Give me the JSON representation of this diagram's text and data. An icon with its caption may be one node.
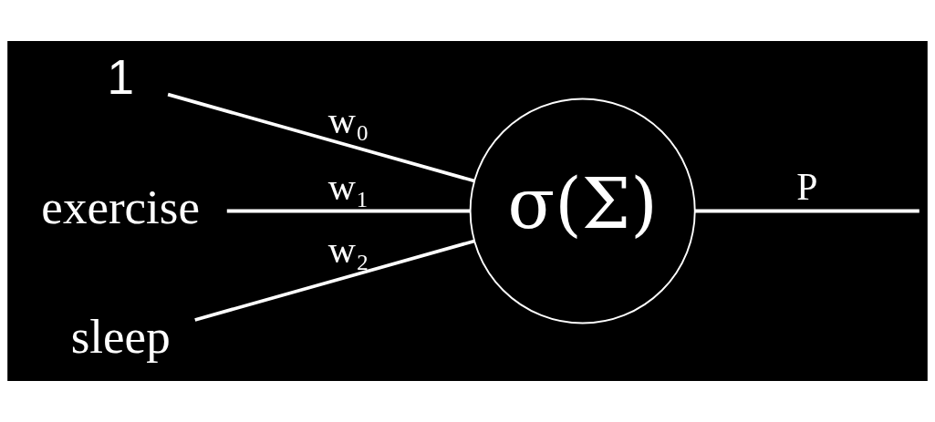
{
  "diagram": {
    "nodes": [
      {
        "text": [
          "1"
        ]
      },
      {
        "text": [
          "exercise"
        ]
      },
      {
        "text": [
          "sleep"
        ]
      },
      {
        "text": [
          "σ(Σ)"
        ]
      }
    ],
    "edges": [
      {
        "from": 0,
        "to": 3,
        "arrow": "none",
        "label": "w₀"
      },
      {
        "from": 1,
        "to": 3,
        "arrow": "none",
        "label": "w₁"
      },
      {
        "from": 2,
        "to": 3,
        "arrow": "none",
        "label": "w₂"
      },
      {
        "from": 3,
        "to": null,
        "arrow": "none",
        "label": "P"
      }
    ]
  }
}
